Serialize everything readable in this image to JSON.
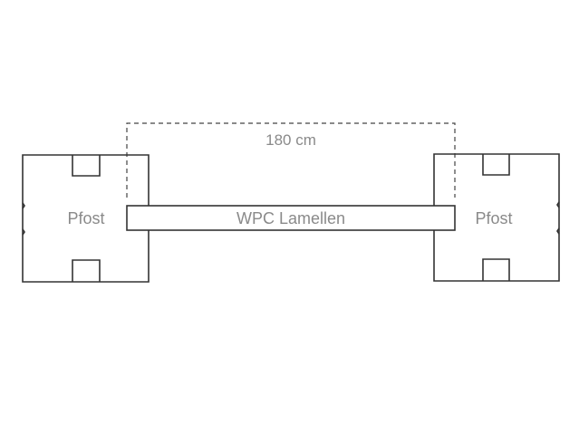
{
  "dimension_label": "180 cm",
  "left_post_label": "Pfost",
  "right_post_label": "Pfost",
  "slat_label": "WPC Lamellen",
  "colors": {
    "line": "#333333",
    "text": "#8a8a8a",
    "dash": "#444444"
  }
}
